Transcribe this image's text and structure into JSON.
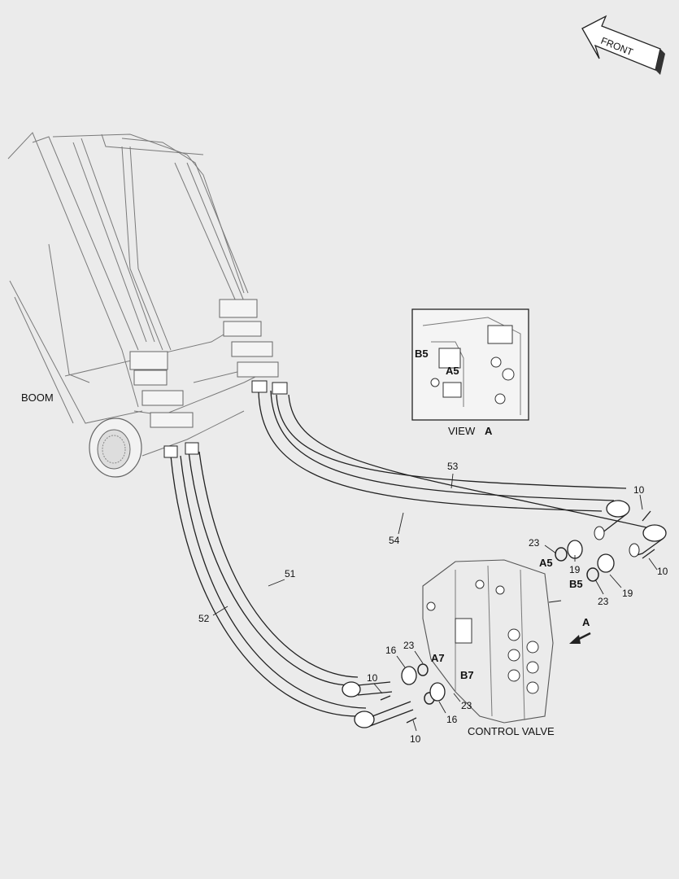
{
  "labels": {
    "front": "FRONT",
    "boom": "BOOM",
    "view": "VIEW",
    "view_letter": "A",
    "control_valve": "CONTROL VALVE",
    "arrow_a": "A",
    "inset_b5": "B5",
    "inset_a5": "A5",
    "port_a5": "A5",
    "port_b5": "B5",
    "port_a7": "A7",
    "port_b7": "B7"
  },
  "callouts": {
    "p53": "53",
    "p54": "54",
    "p51": "51",
    "p52": "52",
    "p10a": "10",
    "p10b": "10",
    "p10c": "10",
    "p10d": "10",
    "p23a": "23",
    "p23b": "23",
    "p23c": "23",
    "p23d": "23",
    "p19a": "19",
    "p19b": "19",
    "p16a": "16",
    "p16b": "16"
  }
}
